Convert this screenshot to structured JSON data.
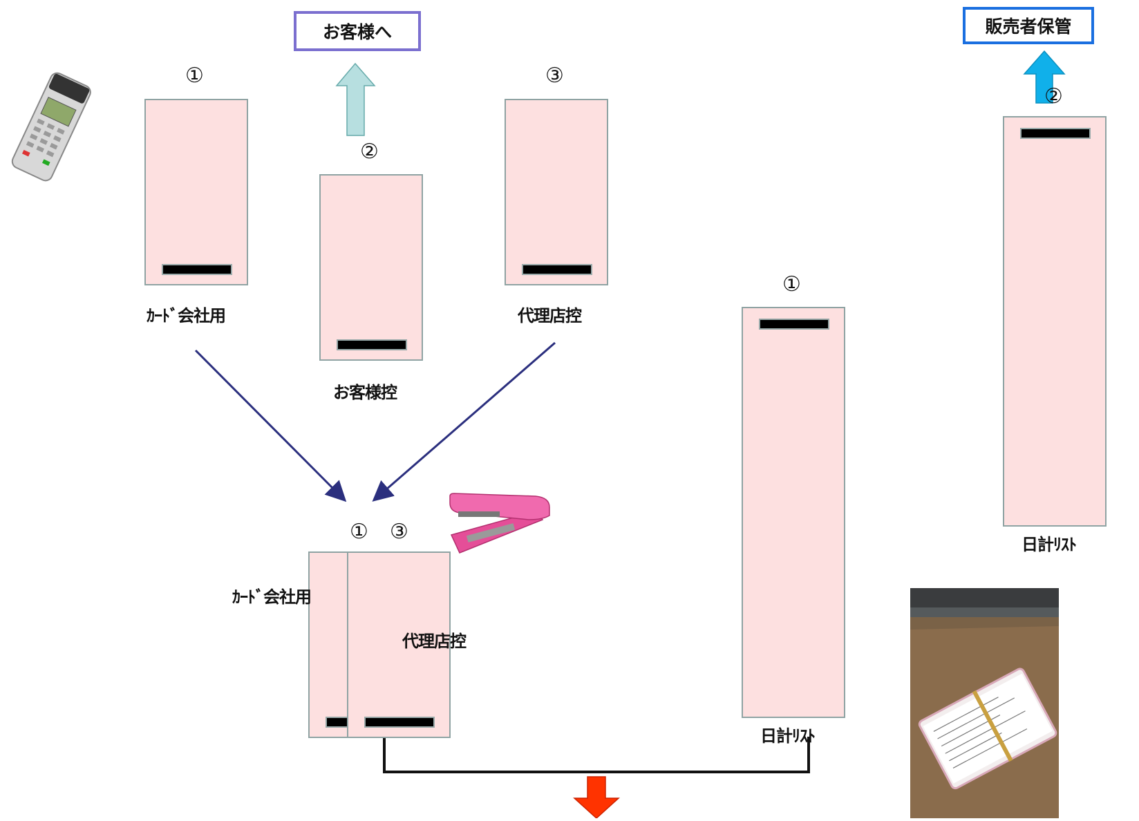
{
  "to_customer": "お客様へ",
  "seller_keep": "販売者保管",
  "slip_card": {
    "num": "①",
    "label": "ｶｰﾄﾞ会社用"
  },
  "slip_customer": {
    "num": "②",
    "label": "お客様控"
  },
  "slip_agency": {
    "num": "③",
    "label": "代理店控"
  },
  "stapled": {
    "num1": "①",
    "num3": "③",
    "label_card": "ｶｰﾄﾞ会社用",
    "label_agency": "代理店控"
  },
  "daily1": {
    "num": "①",
    "label": "日計ﾘｽﾄ"
  },
  "daily2": {
    "num": "②",
    "label": "日計ﾘｽﾄ"
  },
  "colors": {
    "slip_fill": "#fde0e0",
    "slip_border": "#8fa3a3",
    "arrow_navy": "#2b2f7e",
    "arrow_lightblue": "#b7dfe0",
    "arrow_cyan": "#10b0ea",
    "arrow_red": "#ff3300",
    "box_purple": "#7b6fcf",
    "box_blue": "#1a6fe0"
  }
}
